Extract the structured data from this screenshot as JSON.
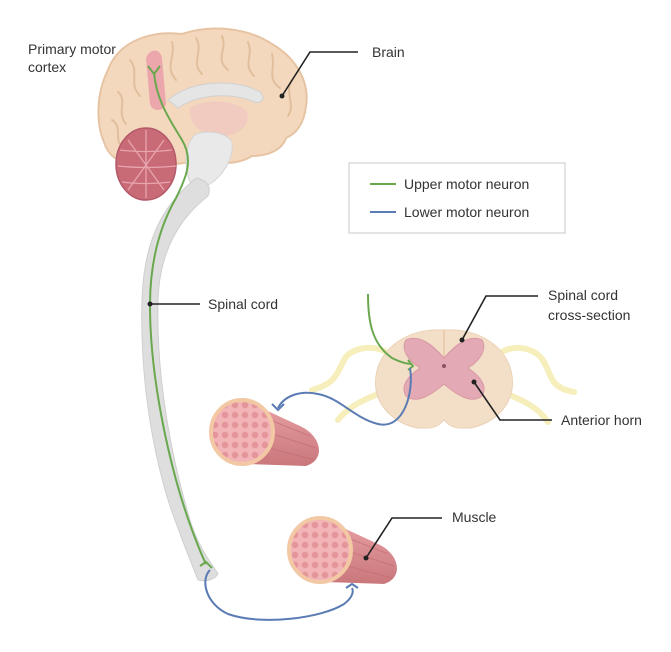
{
  "labels": {
    "primary_motor_cortex": [
      "Primary motor",
      "cortex"
    ],
    "brain": "Brain",
    "spinal_cord": "Spinal cord",
    "spinal_cord_cross_section": [
      "Spinal cord",
      "cross-section"
    ],
    "anterior_horn": "Anterior horn",
    "muscle": "Muscle"
  },
  "legend": {
    "items": [
      {
        "label": "Upper motor neuron",
        "color": "#6aa84f"
      },
      {
        "label": "Lower motor neuron",
        "color": "#5b7bb4"
      }
    ]
  },
  "colors": {
    "brain": "#f4d8bd",
    "brain_outline": "#e6c4a3",
    "cerebellum": "#c96b77",
    "cord": "#dedede",
    "gray_matter": "#e3a9b5",
    "white_matter": "#f3dfc8",
    "nerve_root": "#f6eebb",
    "muscle": "#d98b8e",
    "muscle_end": "#f0aeb2",
    "upper_neuron": "#6aa84f",
    "lower_neuron": "#5b7bb4"
  }
}
